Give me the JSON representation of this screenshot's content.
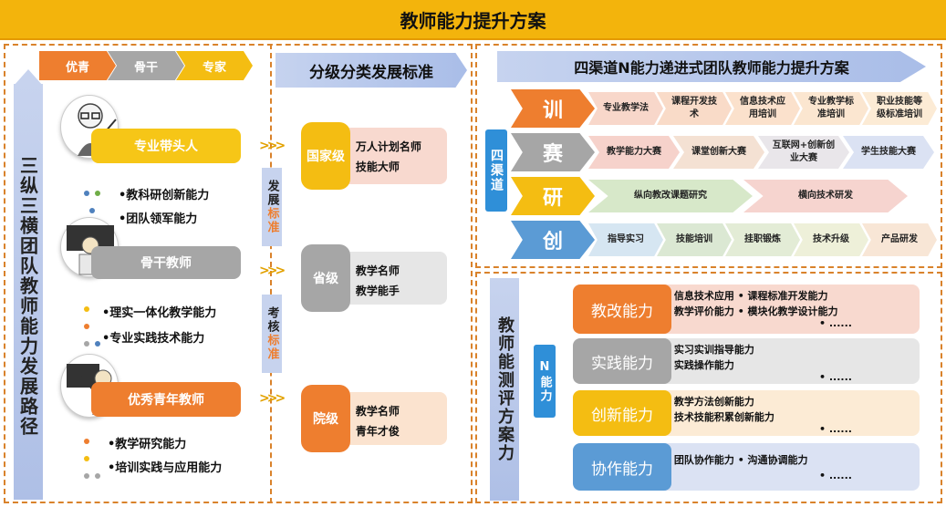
{
  "title": "教师能力提升方案",
  "left": {
    "stages": [
      "优青",
      "骨干",
      "专家"
    ],
    "side_title": "三纵三横团队教师能力发展路径",
    "roles": [
      {
        "name": "专业带头人",
        "skills": [
          "•教科研创新能力",
          "•团队领军能力"
        ]
      },
      {
        "name": "骨干教师",
        "skills": [
          "•理实一体化教学能力",
          "•专业实践技术能力"
        ]
      },
      {
        "name": "优秀青年教师",
        "skills": [
          "•教学研究能力",
          "•培训实践与应用能力"
        ]
      }
    ]
  },
  "middle": {
    "banner": "分级分类发展标准",
    "tag1": {
      "a": "发展",
      "b": "标准"
    },
    "tag2": {
      "a": "考核",
      "b": "标准"
    },
    "levels": [
      {
        "name": "国家级",
        "items": [
          "• 万人计划名师",
          "• 技能大师"
        ]
      },
      {
        "name": "省级",
        "items": [
          "• 教学名师",
          "• 教学能手"
        ]
      },
      {
        "name": "院级",
        "items": [
          "• 教学名师",
          "• 青年才俊"
        ]
      }
    ]
  },
  "right_top": {
    "banner": "四渠道N能力递进式团队教师能力提升方案",
    "side_label": "四渠道",
    "channels": [
      {
        "label": "训",
        "steps": [
          "专业教学法",
          "课程开发技术",
          "信息技术应用培训",
          "专业教学标准培训",
          "职业技能等级标准培训"
        ]
      },
      {
        "label": "赛",
        "steps": [
          "教学能力大赛",
          "课堂创新大赛",
          "互联网+创新创业大赛",
          "学生技能大赛"
        ]
      },
      {
        "label": "研",
        "steps": [
          "纵向教改课题研究",
          "横向技术研发"
        ]
      },
      {
        "label": "创",
        "steps": [
          "指导实习",
          "技能培训",
          "挂职锻炼",
          "技术升级",
          "产品研发"
        ]
      }
    ]
  },
  "right_bottom": {
    "side_title": "教师能测评方案力",
    "n_label": "N能力",
    "abilities": [
      {
        "name": "教改能力",
        "lines": [
          "•  信息技术应用  •  课程标准开发能力",
          "•  教学评价能力  •  模块化教学设计能力",
          "•  ......"
        ]
      },
      {
        "name": "实践能力",
        "lines": [
          "•  实习实训指导能力",
          "•  实践操作能力",
          "•  ......"
        ]
      },
      {
        "name": "创新能力",
        "lines": [
          "•  教学方法创新能力",
          "•  技术技能积累创新能力",
          "•  ......"
        ]
      },
      {
        "name": "协作能力",
        "lines": [
          "•  团队协作能力  •  沟通协调能力",
          "•  ......"
        ]
      }
    ]
  }
}
